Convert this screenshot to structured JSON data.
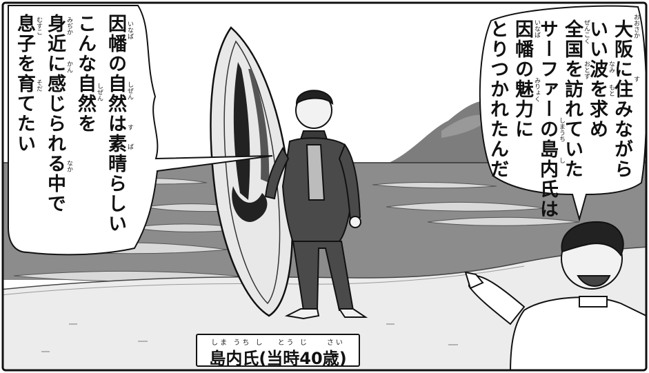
{
  "left_bubble": {
    "lines": [
      "因幡の自然は素晴らしい",
      "こんな自然を",
      "身近に感じられる中で",
      "息子を育てたい"
    ],
    "ruby": [
      "いなば",
      "しぜん",
      "す",
      "ば",
      "しぜん",
      "みぢか",
      "かん",
      "なか",
      "むすこ",
      "そだ"
    ]
  },
  "right_bubble": {
    "lines": [
      "大阪に住みながら",
      "いい波を求め",
      "全国を訪れていた",
      "サーファーの島内氏は",
      "因幡の魅力に",
      "とりつかれたんだ"
    ],
    "ruby": [
      "おおさか",
      "す",
      "なみ",
      "もと",
      "ぜんこく",
      "おとず",
      "しまうち",
      "し",
      "いなば",
      "みりょく"
    ]
  },
  "caption": {
    "text": "島内氏(当時40歳)",
    "ruby": "しま うち し　 とう じ　　さい"
  },
  "colors": {
    "ink": "#111111",
    "sky": "#ffffff",
    "sea": "#8c8c8c",
    "sea_dark": "#6e6e6e",
    "sand": "#ebebeb",
    "wetsuit": "#4a4a4a",
    "board_fill": "#e8e8e8"
  }
}
